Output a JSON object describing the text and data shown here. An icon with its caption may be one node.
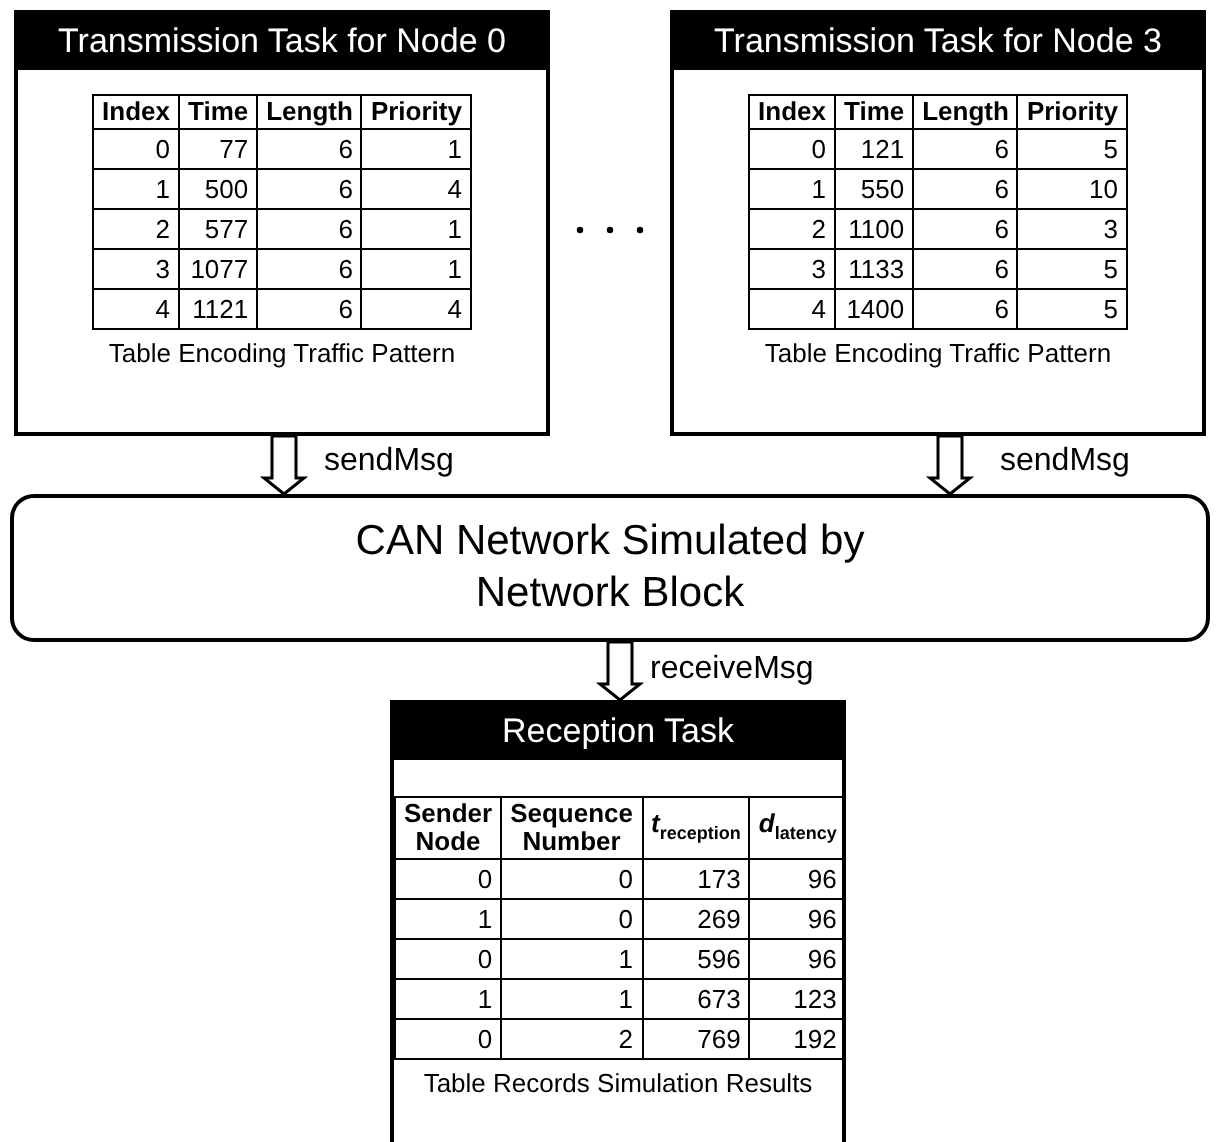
{
  "diagram": {
    "nodes": [
      {
        "text": [
          "Transmission Task for Node 0",
          "Table Encoding Traffic Pattern"
        ]
      },
      {
        "text": [
          "Transmission Task for Node 3",
          "Table Encoding Traffic Pattern"
        ]
      },
      {
        "text": [
          "CAN Network Simulated by Network Block"
        ]
      },
      {
        "text": [
          "Reception Task",
          "Table Records Simulation Results"
        ]
      }
    ],
    "edges": [
      {
        "from": 0,
        "to": 2,
        "arrow": "to",
        "label": "sendMsg"
      },
      {
        "from": 1,
        "to": 2,
        "arrow": "to",
        "label": "sendMsg"
      },
      {
        "from": 2,
        "to": 3,
        "arrow": "to",
        "label": "receiveMsg"
      }
    ],
    "labels": [
      "Index",
      "Time",
      "Length",
      "Priority",
      "0",
      "77",
      "6",
      "1",
      "1",
      "500",
      "6",
      "4",
      "2",
      "577",
      "6",
      "1",
      "3",
      "1077",
      "6",
      "1",
      "4",
      "1121",
      "6",
      "4",
      "Index",
      "Time",
      "Length",
      "Priority",
      "0",
      "121",
      "6",
      "5",
      "1",
      "550",
      "6",
      "10",
      "2",
      "1100",
      "6",
      "3",
      "3",
      "1133",
      "6",
      "5",
      "4",
      "1400",
      "6",
      "5",
      "Sender Node",
      "Sequence Number",
      "*t*$_{reception}$",
      "*d*$_{latency}$",
      "0",
      "0",
      "173",
      "96",
      "1",
      "0",
      "269",
      "96",
      "0",
      "1",
      "596",
      "96",
      "1",
      "1",
      "673",
      "123",
      "0",
      "2",
      "769",
      "192"
    ]
  }
}
